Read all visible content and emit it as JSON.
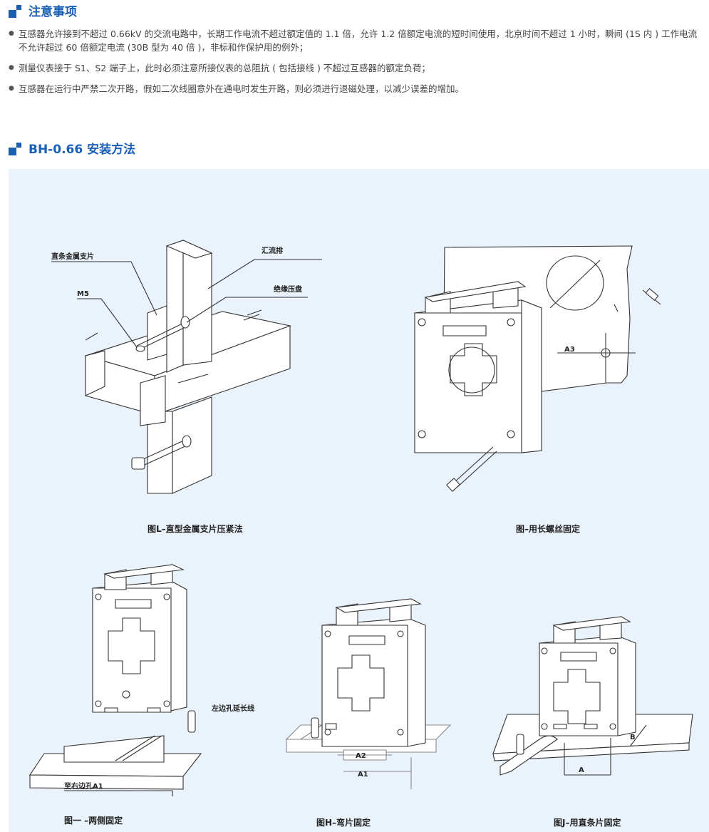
{
  "section1": {
    "title": "注意事项"
  },
  "notes": [
    "互感器允许接到不超过 0.66kV 的交流电路中，长期工作电流不超过额定值的 1.1 倍，允许 1.2 倍额定电流的短时间使用，北京时间不超过 1 小时，瞬间 (1S 内 ) 工作电流不允许超过 60 倍额定电流 (30B 型为 40 倍 )，非标和作保护用的例外；",
    "测量仪表接于 S1、S2 端子上，此时必须注意所接仪表的总阻抗 ( 包括接线 ) 不超过互感器的额定负荷；",
    "互感器在运行中严禁二次开路，假如二次线圈意外在通电时发生开路，则必须进行退磁处理，以减少误差的增加。"
  ],
  "section2": {
    "title": "BH-0.66 安装方法"
  },
  "figures": {
    "fig1": {
      "caption": "图L–直型金属支片压紧法",
      "labels": {
        "strip": "直条金属支片",
        "m5": "M5",
        "busbar": "汇流排",
        "plate": "绝缘压盘"
      }
    },
    "fig2": {
      "caption": "图–用长螺丝固定",
      "labels": {
        "a3": "A3"
      }
    },
    "fig3": {
      "caption": "图一 –两侧固定",
      "labels": {
        "left_ext": "左边孔延长线",
        "right_hole": "至右边孔A1"
      }
    },
    "fig4": {
      "caption": "图H–弯片固定",
      "labels": {
        "a2": "A2",
        "a1": "A1"
      }
    },
    "fig5": {
      "caption": "图J–用直条片固定",
      "labels": {
        "a": "A",
        "b": "B"
      }
    }
  }
}
